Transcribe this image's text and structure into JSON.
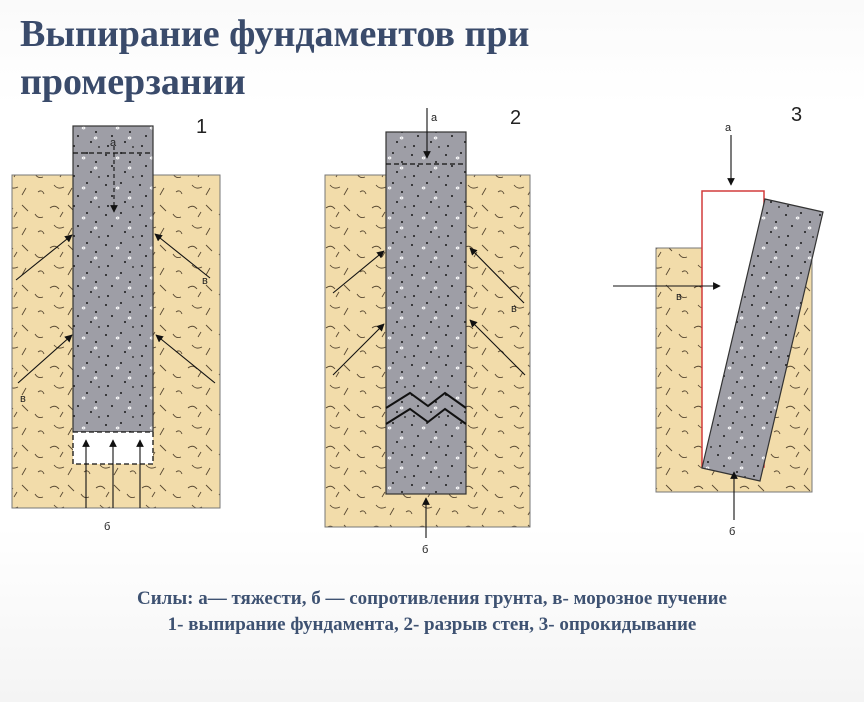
{
  "title": {
    "line1": "Выпирание фундаментов при",
    "line2": "промерзании"
  },
  "figures": [
    {
      "number": "1",
      "labels": {
        "a": "а",
        "b": "б",
        "v_right": "в",
        "v_left": "в"
      }
    },
    {
      "number": "2",
      "labels": {
        "a": "а",
        "b": "б",
        "v_right": "в"
      }
    },
    {
      "number": "3",
      "labels": {
        "a": "а",
        "b": "б",
        "v": "в"
      }
    }
  ],
  "caption": {
    "line1": "Силы: а— тяжести, б — сопротивления грунта, в- морозное пучение",
    "line2": "1- выпирание фундамента, 2- разрыв стен, 3- опрокидывание"
  },
  "colors": {
    "title": "#3a4b6b",
    "caption": "#3e5272",
    "soil": "#f2dcaa",
    "concrete": "#9e9ea6",
    "outline_red": "#d23b3b"
  }
}
